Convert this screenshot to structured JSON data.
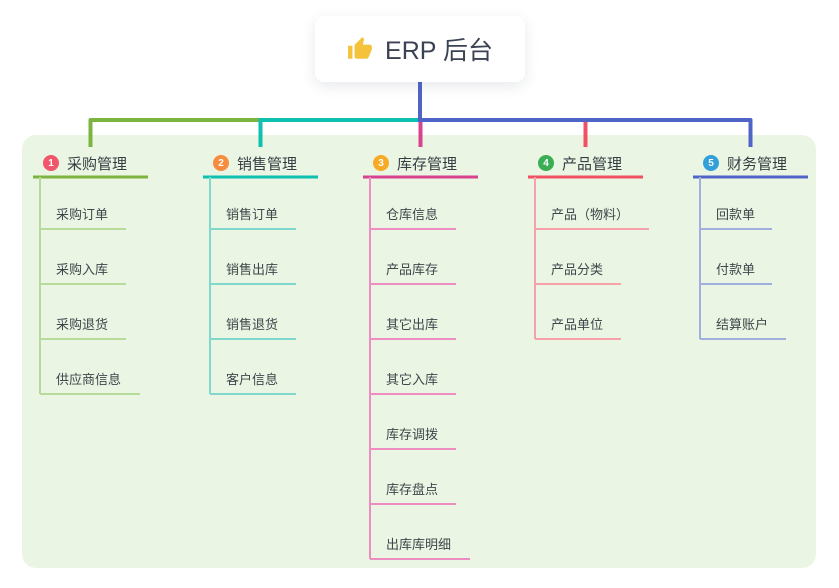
{
  "root": {
    "label": "ERP 后台",
    "icon": "thumbs-up-icon"
  },
  "theme": {
    "page_bg": "#ffffff",
    "panel_bg": "#eaf6e3",
    "stem_color": "#5064c8",
    "root_text_color": "#3a4254",
    "heading_text_color": "#383d44",
    "child_text_color": "#40454b",
    "icon_color": "#f5c33b"
  },
  "branches": [
    {
      "index": "1",
      "label": "采购管理",
      "badge_color": "#f2566b",
      "line_color": "#7db43f",
      "light_color": "#b6db9a",
      "children": [
        "采购订单",
        "采购入库",
        "采购退货",
        "供应商信息"
      ]
    },
    {
      "index": "2",
      "label": "销售管理",
      "badge_color": "#f68c3e",
      "line_color": "#0fbfb0",
      "light_color": "#80d8cd",
      "children": [
        "销售订单",
        "销售出库",
        "销售退货",
        "客户信息"
      ]
    },
    {
      "index": "3",
      "label": "库存管理",
      "badge_color": "#f7aa26",
      "line_color": "#d84390",
      "light_color": "#ee8dc1",
      "children": [
        "仓库信息",
        "产品库存",
        "其它出库",
        "其它入库",
        "库存调拨",
        "库存盘点",
        "出库库明细"
      ]
    },
    {
      "index": "4",
      "label": "产品管理",
      "badge_color": "#3bae53",
      "line_color": "#f25063",
      "light_color": "#f7a2aa",
      "children": [
        "产品（物料）",
        "产品分类",
        "产品单位"
      ]
    },
    {
      "index": "5",
      "label": "财务管理",
      "badge_color": "#33a0da",
      "line_color": "#5064c8",
      "light_color": "#9fb0de",
      "children": [
        "回款单",
        "付款单",
        "结算账户"
      ]
    }
  ]
}
